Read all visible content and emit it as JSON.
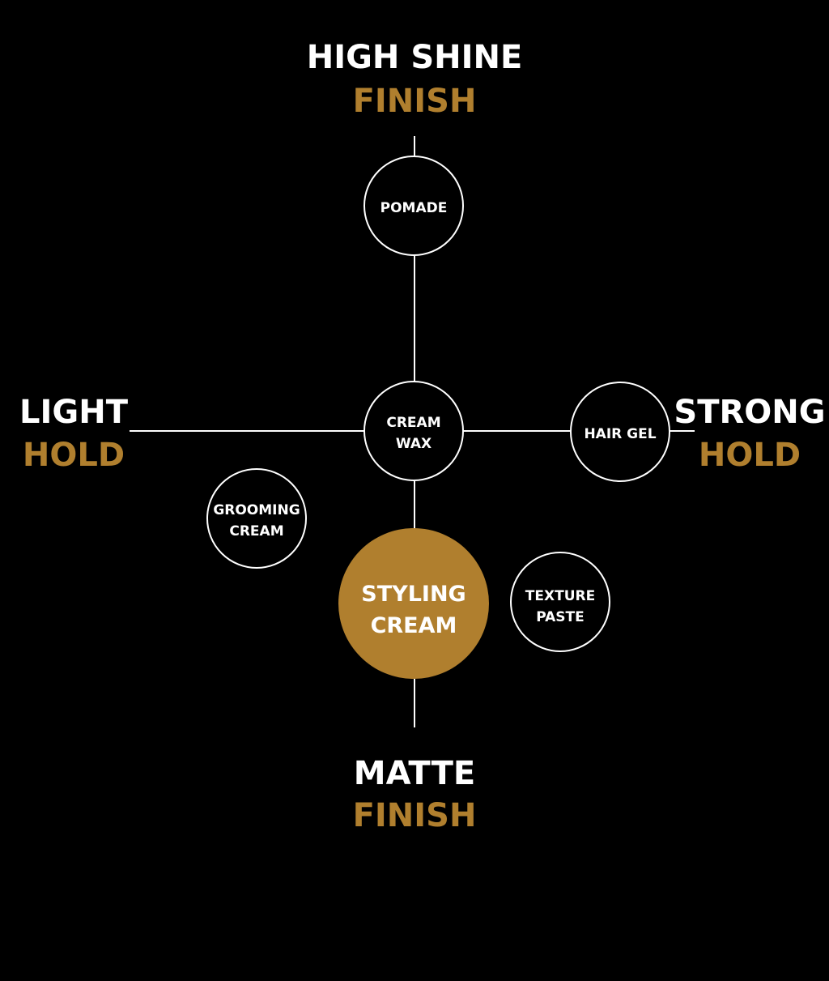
{
  "colors": {
    "background": "#000000",
    "primary_text": "#ffffff",
    "accent": "#b07f2e"
  },
  "axes": {
    "top": {
      "line1": "HIGH SHINE",
      "line2": "FINISH"
    },
    "bottom": {
      "line1": "MATTE",
      "line2": "FINISH"
    },
    "left": {
      "line1": "LIGHT",
      "line2": "HOLD"
    },
    "right": {
      "line1": "STRONG",
      "line2": "HOLD"
    }
  },
  "nodes": {
    "pomade": {
      "line1": "POMADE"
    },
    "cream_wax": {
      "line1": "CREAM",
      "line2": "WAX"
    },
    "hair_gel": {
      "line1": "HAIR GEL"
    },
    "grooming_cream": {
      "line1": "GROOMING",
      "line2": "CREAM"
    },
    "styling_cream": {
      "line1": "STYLING",
      "line2": "CREAM",
      "highlighted": true
    },
    "texture_paste": {
      "line1": "TEXTURE",
      "line2": "PASTE"
    }
  }
}
